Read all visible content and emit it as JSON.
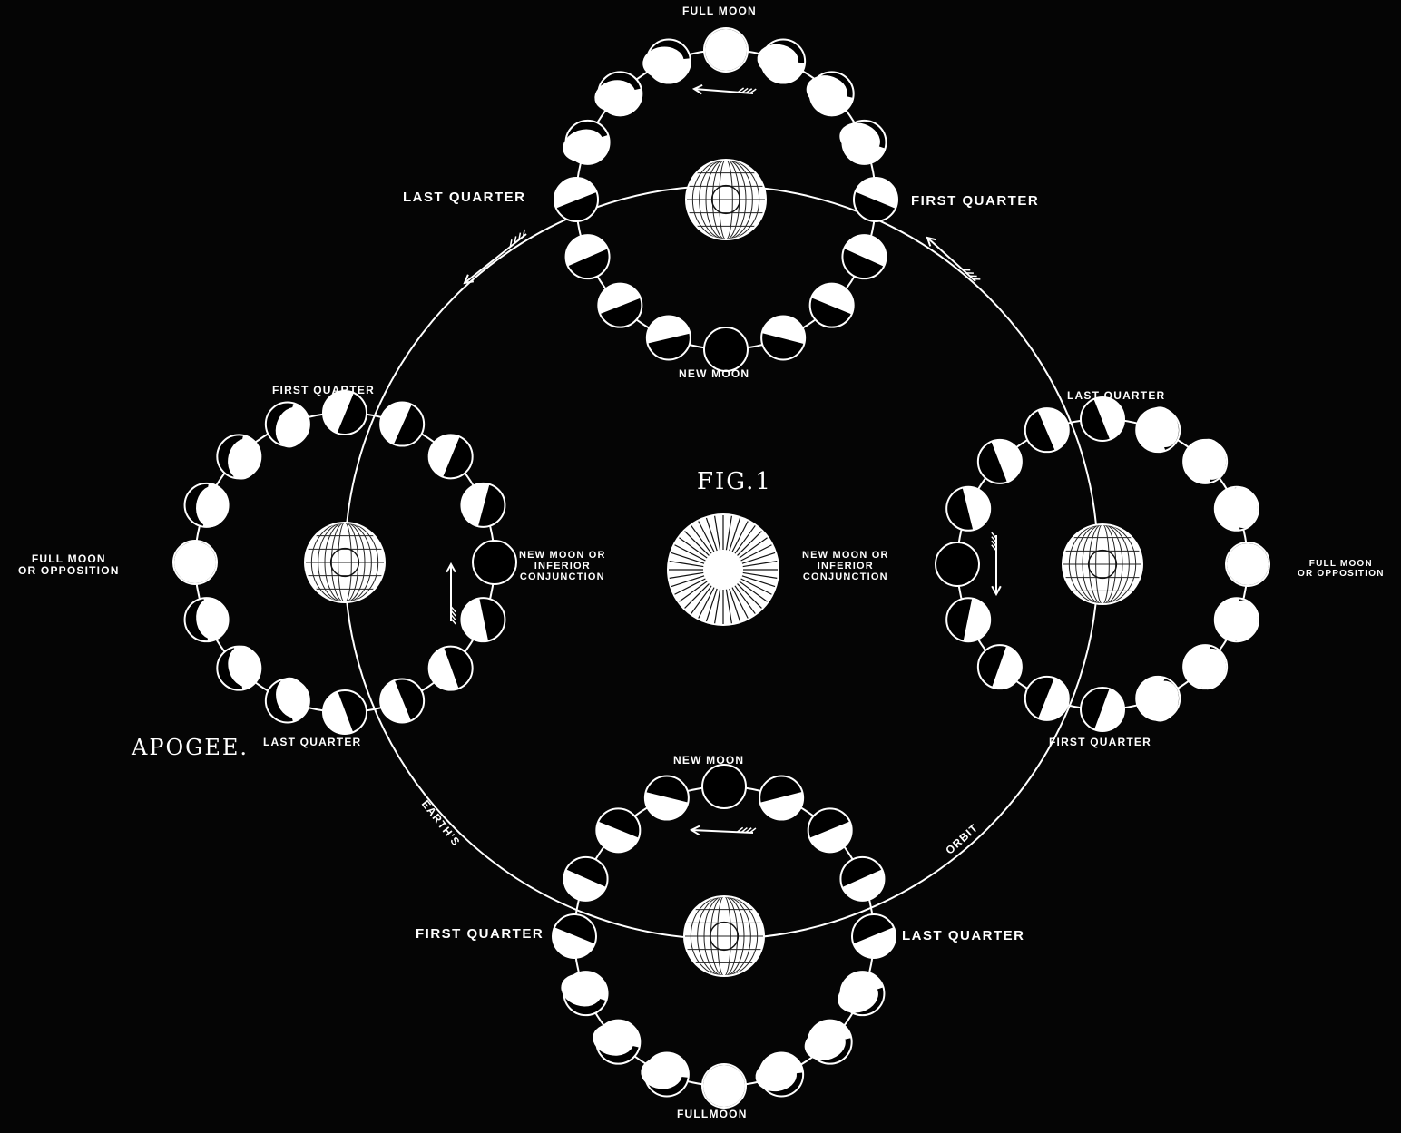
{
  "figure": {
    "title": "FIG.1",
    "side_label": "APOGEE."
  },
  "orbit_label": {
    "part1": "EARTH'S",
    "part2": "ORBIT"
  },
  "top_system": {
    "full": "FULL MOON",
    "new": "NEW MOON",
    "first_quarter": "FIRST QUARTER",
    "last_quarter": "LAST QUARTER"
  },
  "bottom_system": {
    "full": "FULLMOON",
    "new": "NEW MOON",
    "first_quarter": "FIRST QUARTER",
    "last_quarter": "LAST QUARTER"
  },
  "left_system": {
    "first_quarter": "FIRST QUARTER",
    "last_quarter": "LAST QUARTER",
    "full_line1": "FULL MOON",
    "full_line2": "OR OPPOSITION",
    "new_line1": "NEW MOON OR",
    "new_line2": "INFERIOR",
    "new_line3": "CONJUNCTION"
  },
  "right_system": {
    "first_quarter": "FIRST QUARTER",
    "last_quarter": "LAST QUARTER",
    "full_line1": "FULL MOON",
    "full_line2": "OR OPPOSITION",
    "new_line1": "NEW MOON OR",
    "new_line2": "INFERIOR",
    "new_line3": "CONJUNCTION"
  },
  "colors": {
    "background": "#050505",
    "ink": "#ffffff"
  }
}
